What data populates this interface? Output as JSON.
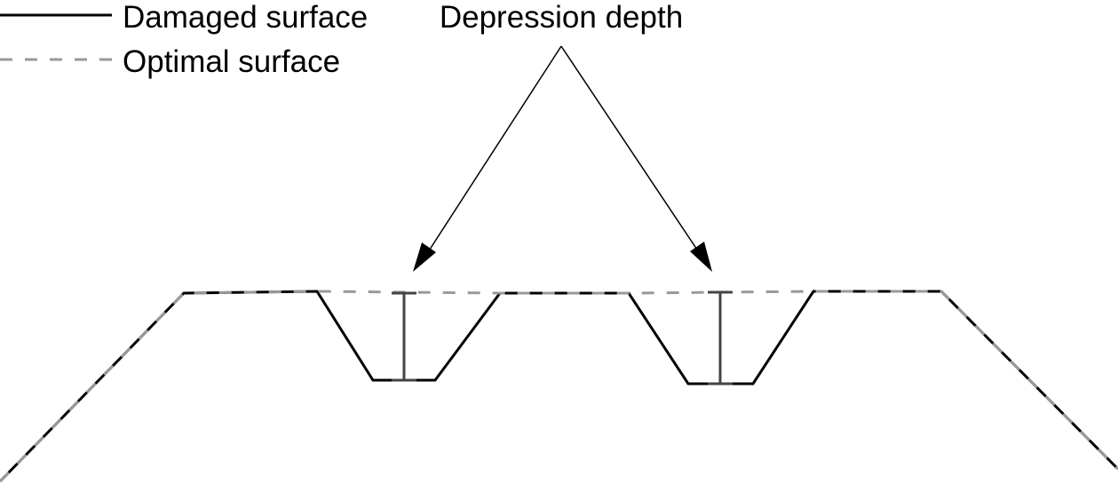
{
  "legend": {
    "damaged_label": "Damaged surface",
    "optimal_label": "Optimal surface"
  },
  "annotation": {
    "depression_label": "Depression depth"
  },
  "colors": {
    "damaged_line": "#000000",
    "optimal_line": "#999999",
    "depth_marker": "#444444",
    "arrow": "#000000",
    "background": "#ffffff"
  }
}
